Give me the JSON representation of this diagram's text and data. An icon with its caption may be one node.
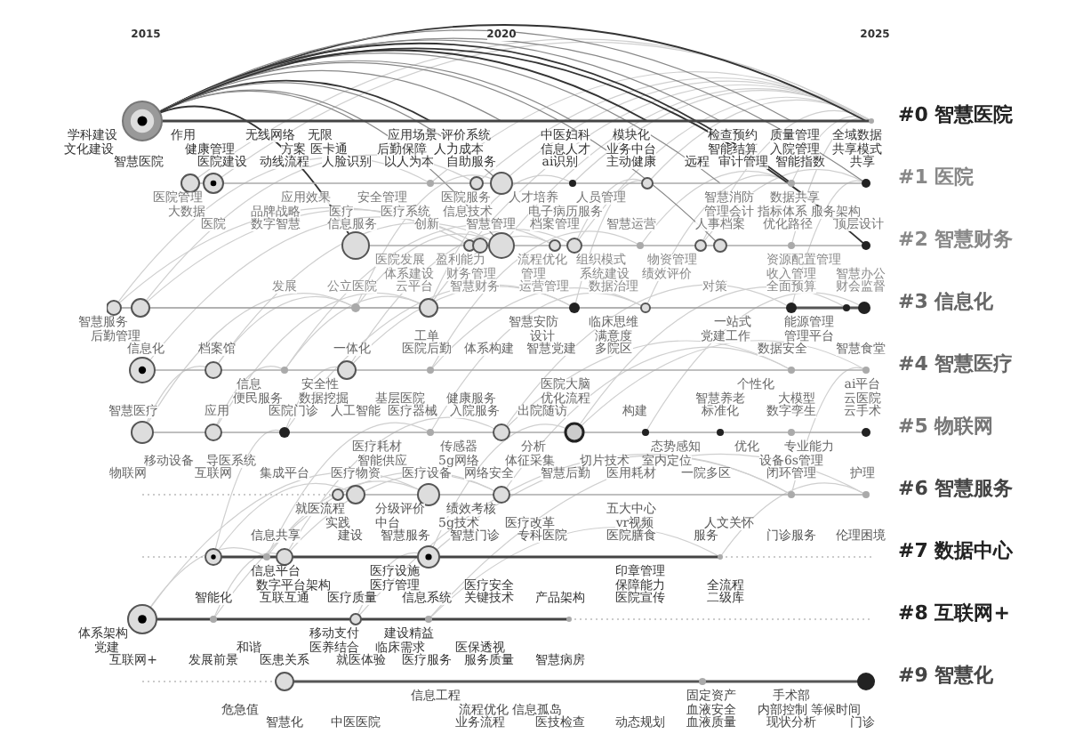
{
  "diagram": {
    "labels": [
      "2015",
      "2020",
      "2025",
      "#0 智慧医院",
      "学科建设",
      "作用",
      "无线网络",
      "无限",
      "应用场景",
      "评价系统",
      "中医妇科",
      "模块化",
      "检查预约",
      "质量管理",
      "全域数据",
      "文化建设",
      "健康管理",
      "方案",
      "医卡通",
      "后勤保障",
      "人力成本",
      "信息人才",
      "业务中台",
      "智能结算",
      "入院管理",
      "共享模式",
      "智慧医院",
      "医院建设",
      "动线流程",
      "人脸识别",
      "以人为本",
      "自助服务",
      "ai识别",
      "主动健康",
      "远程",
      "审计管理",
      "智能指数",
      "共享",
      "#1 医院",
      "医院管理",
      "应用效果",
      "安全管理",
      "医院服务",
      "人才培养",
      "人员管理",
      "智慧消防",
      "数据共享",
      "大数据",
      "品牌战略",
      "医疗",
      "医疗系统",
      "信息技术",
      "电子病历服务",
      "管理会计",
      "指标体系",
      "服务架构",
      "医院",
      "数字智慧",
      "信息服务",
      "创新",
      "智慧管理",
      "档案管理",
      "智慧运营",
      "人事档案",
      "优化路径",
      "顶层设计",
      "#2 智慧财务",
      "医院发展",
      "盈利能力",
      "流程优化",
      "组织模式",
      "物资管理",
      "资源配置管理",
      "体系建设",
      "财务管理",
      "管理",
      "系统建设",
      "绩效评价",
      "收入管理",
      "智慧办公",
      "发展",
      "公立医院",
      "云平台",
      "智慧财务",
      "运营管理",
      "数据治理",
      "对策",
      "全面预算",
      "财会监督",
      "#3 信息化",
      "智慧服务",
      "智慧安防",
      "临床思维",
      "一站式",
      "能源管理",
      "后勤管理",
      "工单",
      "设计",
      "满意度",
      "党建工作",
      "管理平台",
      "信息化",
      "档案馆",
      "一体化",
      "医院后勤",
      "体系构建",
      "智慧党建",
      "多院区",
      "数据安全",
      "智慧食堂",
      "#4 智慧医疗",
      "信息",
      "安全性",
      "医院大脑",
      "个性化",
      "ai平台",
      "便民服务",
      "数据挖掘",
      "基层医院",
      "健康服务",
      "优化流程",
      "智慧养老",
      "大模型",
      "云医院",
      "智慧医疗",
      "应用",
      "医院门诊",
      "人工智能",
      "医疗器械",
      "入院服务",
      "出院随访",
      "构建",
      "标准化",
      "数字孪生",
      "云手术",
      "#5 物联网",
      "医疗耗材",
      "传感器",
      "分析",
      "态势感知",
      "优化",
      "专业能力",
      "移动设备",
      "导医系统",
      "智能供应",
      "5g网络",
      "体征采集",
      "切片技术",
      "室内定位",
      "设备6s管理",
      "物联网",
      "互联网",
      "集成平台",
      "医疗物资",
      "医疗设备",
      "网络安全",
      "智慧后勤",
      "医用耗材",
      "一院多区",
      "闭环管理",
      "护理",
      "#6 智慧服务",
      "就医流程",
      "分级评价",
      "绩效考核",
      "五大中心",
      "实践",
      "中台",
      "5g技术",
      "医疗改革",
      "vr视频",
      "人文关怀",
      "信息共享",
      "建设",
      "智慧服务",
      "智慧门诊",
      "专科医院",
      "医院膳食",
      "服务",
      "门诊服务",
      "伦理困境",
      "#7 数据中心",
      "信息平台",
      "医疗设施",
      "印章管理",
      "数字平台架构",
      "医疗管理",
      "医疗安全",
      "保障能力",
      "全流程",
      "智能化",
      "互联互通",
      "医疗质量",
      "信息系统",
      "关键技术",
      "产品架构",
      "医院宣传",
      "二级库",
      "#8 互联网+",
      "体系架构",
      "移动支付",
      "建设精益",
      "党建",
      "和谐",
      "医养结合",
      "临床需求",
      "医保透视",
      "互联网+",
      "发展前景",
      "医患关系",
      "就医体验",
      "医疗服务",
      "服务质量",
      "智慧病房",
      "#9 智慧化",
      "信息工程",
      "固定资产",
      "手术部",
      "危急值",
      "流程优化",
      "信息孤岛",
      "血液安全",
      "内部控制",
      "等候时间",
      "智慧化",
      "中医医院",
      "业务流程",
      "医技检查",
      "动态规划",
      "血液质量",
      "现状分析",
      "门诊"
    ]
  }
}
